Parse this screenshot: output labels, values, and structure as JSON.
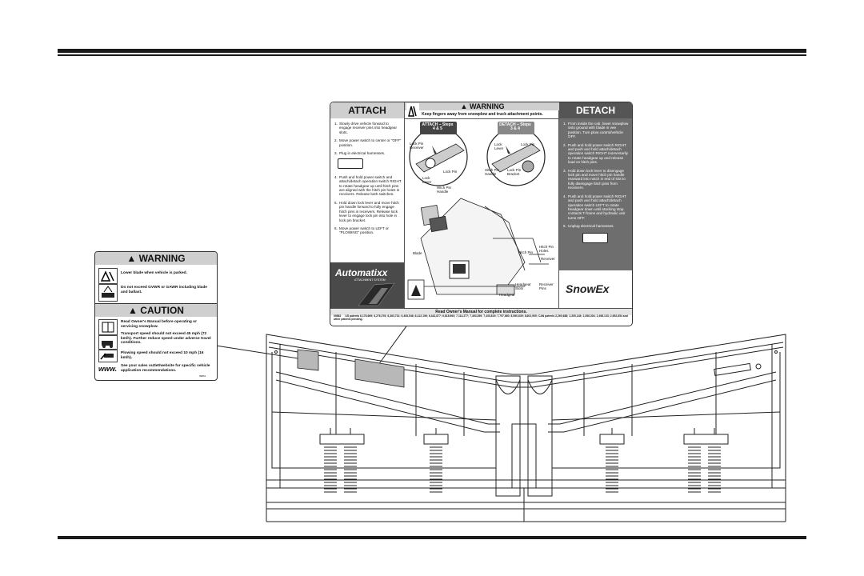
{
  "rules": [
    "top-rule",
    "bottom-rule"
  ],
  "decal": {
    "attach": {
      "title": "ATTACH",
      "steps": [
        "Slowly drive vehicle forward to engage receiver pins into headgear slots.",
        "Move power switch to center or \"OFF\" position.",
        "Plug in electrical harnesses.",
        "Push and hold power switch and attach/detach operation switch RIGHT to rotate headgear up until hitch pins are aligned with the hitch pin holes in receivers. Release both switches.",
        "Hold down lock lever and move hitch pin handle forward to fully engage hitch pins in receivers. Release lock lever to engage lock pin into hole in lock pin bracket.",
        "Move power switch to LEFT or \"PLOWING\" position."
      ],
      "step_numbers": [
        "1.",
        "2.",
        "3.",
        "4.",
        "5.",
        "6."
      ]
    },
    "warning": {
      "title": "WARNING",
      "subtitle": "Keep fingers away from snowplow and truck attachment points.",
      "attach_steps_label": "ATTACH – Steps 4 & 5",
      "detach_steps_label": "DETACH – Steps 3 & 4",
      "labels": {
        "lock_pin_receiver": "Lock Pin Receiver",
        "lock_lever": "Lock Lever",
        "lock_pin": "Lock Pin",
        "hitch_pin_handle": "Hitch Pin Handle",
        "lock_lever2": "Lock Lever",
        "lock_pin2": "Lock Pin",
        "hitch_pin_handle2": "Hitch Pin Handle",
        "lock_pin_bracket": "Lock Pin Bracket",
        "blade": "Blade",
        "hitch_pin": "Hitch Pin",
        "hitch_pin_holes": "Hitch Pin Holes",
        "receiver": "Receiver",
        "headgear_slots": "Headgear Slots",
        "receiver_pins": "Receiver Pins",
        "headgear": "Headgear"
      }
    },
    "detach": {
      "title": "DETACH",
      "steps": [
        "From inside the cab, lower snowplow onto ground with blade in vee position. Turn plow control/vehicle OFF.",
        "Push and hold power switch RIGHT and push and hold attach/detach operation switch RIGHT momentarily to rotate headgear up and release load on hitch pins.",
        "Hold down lock lever to disengage lock pin and move hitch pin handle rearward into notch in end of slot to fully disengage hitch pins from receivers.",
        "Push and hold power switch RIGHT and push and hold attach/detach operation switch LEFT to rotate headgear down until stacking stop contacts T-frame and hydraulic unit turns OFF.",
        "Unplug electrical harnesses."
      ],
      "step_numbers": [
        "1.",
        "2.",
        "3.",
        "4.",
        "5."
      ]
    },
    "brand_automatixx": "Automatixx",
    "brand_automatixx_sub": "ATTACHMENT SYSTEM",
    "brand_snowex": "SnowEx",
    "footer_read": "Read Owner's Manual for complete instructions.",
    "footer_patents": "US patents 6,178,669; 6,276,076; 6,363,731; 6,408,546; 6,412,196; 6,442,877; 6,618,963; 7,114,277; 7,493,359; 7,430,819; 7,797,860; 8,590,639; 8,602,905; CAN patents 2,260,688; 2,305,148; 2,356,304; 2,498,133; 2,652,654 and other patents pending.",
    "part_code": "09862"
  },
  "small_decal": {
    "warning_title": "WARNING",
    "warning_lines": [
      "Lower blade when vehicle is parked.",
      "Do not exceed GVWR or GAWR including blade and ballast."
    ],
    "caution_title": "CAUTION",
    "caution_lines": [
      "Read Owner's Manual before operating or servicing snowplow.",
      "Transport speed should not exceed 45 mph (72 km/h). Further reduce speed under adverse travel conditions.",
      "Plowing speed should not exceed 10 mph (16 km/h).",
      "See your sales outlet/website for specific vehicle application recommendations."
    ],
    "www": "www.",
    "part_code": "09861"
  }
}
